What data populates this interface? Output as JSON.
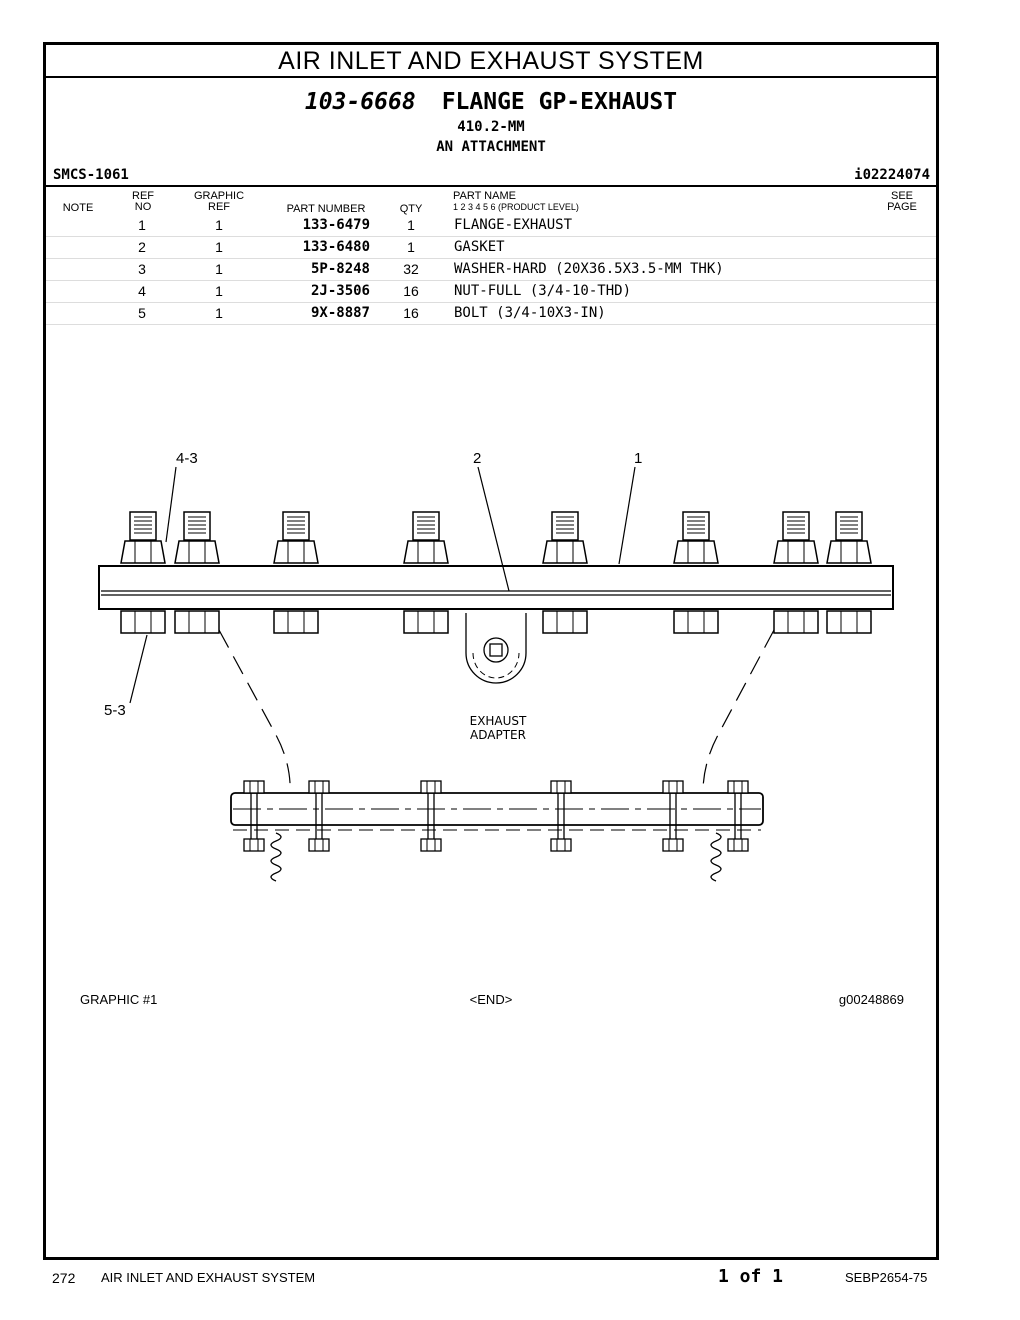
{
  "header": {
    "section_title": "AIR INLET AND EXHAUST SYSTEM",
    "part_number": "103-6668",
    "part_title": "FLANGE GP-EXHAUST",
    "size": "410.2-MM",
    "subtitle": "AN ATTACHMENT",
    "smcs": "SMCS-1061",
    "ident": "i02224074"
  },
  "table": {
    "headers": {
      "note": "NOTE",
      "ref_top": "REF",
      "ref_bottom": "NO",
      "gref_top": "GRAPHIC",
      "gref_bottom": "REF",
      "part_number": "PART NUMBER",
      "qty": "QTY",
      "part_name": "PART NAME",
      "levels": "1   2   3   4   5   6   (PRODUCT LEVEL)",
      "see_top": "SEE",
      "see_bottom": "PAGE"
    },
    "rows": [
      {
        "ref": "1",
        "gref": "1",
        "part": "133-6479",
        "qty": "1",
        "name": "FLANGE-EXHAUST"
      },
      {
        "ref": "2",
        "gref": "1",
        "part": "133-6480",
        "qty": "1",
        "name": "GASKET"
      },
      {
        "ref": "3",
        "gref": "1",
        "part": "5P-8248",
        "qty": "32",
        "name": "WASHER-HARD (20X36.5X3.5-MM THK)"
      },
      {
        "ref": "4",
        "gref": "1",
        "part": "2J-3506",
        "qty": "16",
        "name": "NUT-FULL (3/4-10-THD)"
      },
      {
        "ref": "5",
        "gref": "1",
        "part": "9X-8887",
        "qty": "16",
        "name": "BOLT (3/4-10X3-IN)"
      }
    ]
  },
  "drawing": {
    "callouts": {
      "c43": "4-3",
      "c2": "2",
      "c1": "1",
      "c53": "5-3"
    },
    "adapter_line1": "EXHAUST",
    "adapter_line2": "ADAPTER"
  },
  "footer": {
    "graphic": "GRAPHIC #1",
    "end": "<END>",
    "gid": "g00248869"
  },
  "page_footer": {
    "page_no": "272",
    "section": "AIR INLET AND EXHAUST SYSTEM",
    "page_of": "1 of 1",
    "doc_id": "SEBP2654-75"
  }
}
